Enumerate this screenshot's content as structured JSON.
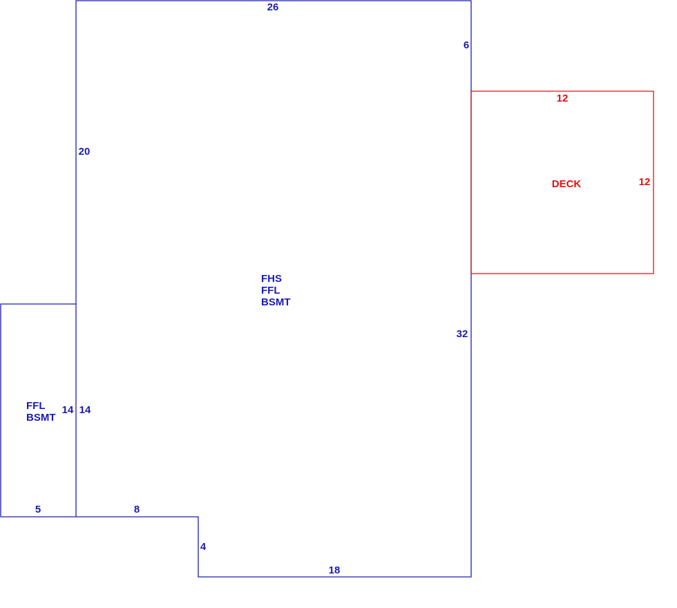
{
  "colors": {
    "house": "#1a1ab8",
    "deck": "#e01010",
    "background": "#ffffff"
  },
  "house": {
    "label_lines": [
      "FHS",
      "FFL",
      "BSMT"
    ],
    "dimensions": {
      "top": "26",
      "right_upper": "6",
      "left": "20",
      "right_lower": "32",
      "bottom_step": "8",
      "step_height": "4",
      "bottom": "18"
    }
  },
  "annex": {
    "label_lines": [
      "FFL",
      "BSMT"
    ],
    "dimensions": {
      "height_outer": "14",
      "height_inner": "14",
      "bottom": "5"
    }
  },
  "deck": {
    "label": "DECK",
    "dimensions": {
      "top": "12",
      "right": "12"
    }
  }
}
